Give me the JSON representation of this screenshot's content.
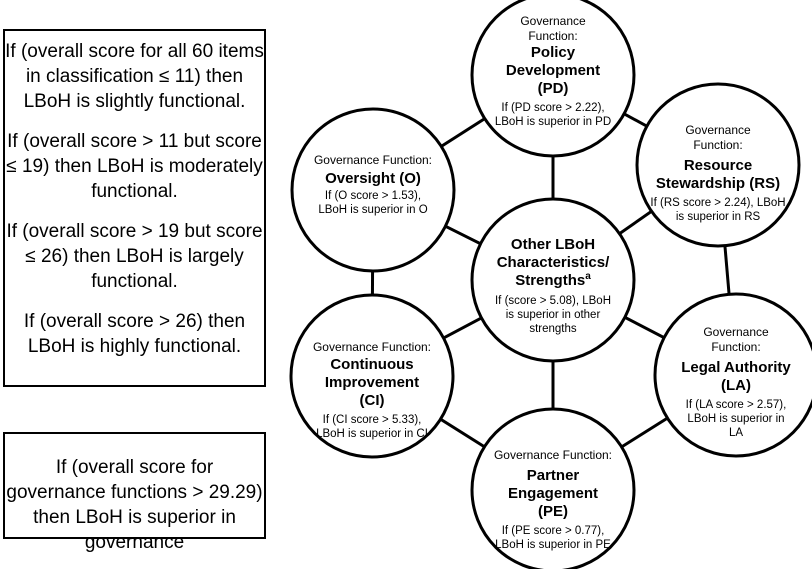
{
  "rules_box": {
    "lines": [
      "If (overall score for all 60 items in classification ≤ 11) then LBoH is slightly functional.",
      "If (overall score > 11 but score ≤ 19) then LBoH is moderately functional.",
      "If (overall score > 19 but score ≤ 26) then LBoH is largely functional.",
      "If (overall score > 26) then LBoH is highly functional."
    ]
  },
  "governance_box": {
    "text": "If (overall score for governance functions > 29.29) then LBoH is superior in governance"
  },
  "nodes": {
    "pd": {
      "function_label": "Governance Function:",
      "name": "Policy Development (PD)",
      "condition": "If (PD score > 2.22), LBoH is superior in PD"
    },
    "rs": {
      "function_label": "Governance Function:",
      "name": "Resource Stewardship (RS)",
      "condition": "If (RS score > 2.24), LBoH is superior in RS"
    },
    "la": {
      "function_label": "Governance Function:",
      "name": "Legal Authority (LA)",
      "condition": "If (LA score > 2.57), LBoH is superior in LA"
    },
    "pe": {
      "function_label": "Governance Function:",
      "name": "Partner Engagement (PE)",
      "condition": "If (PE score > 0.77), LBoH is superior in PE"
    },
    "ci": {
      "function_label": "Governance Function:",
      "name": "Continuous Improvement (CI)",
      "condition": "If (CI score > 5.33), LBoH is superior in CI"
    },
    "o": {
      "function_label": "Governance Function:",
      "name": "Oversight (O)",
      "condition": "If (O score > 1.53), LBoH is superior in O"
    },
    "center": {
      "name": "Other LBoH Characteristics/ Strengths",
      "superscript": "a",
      "condition": "If (score > 5.08), LBoH is superior in other strengths"
    }
  }
}
